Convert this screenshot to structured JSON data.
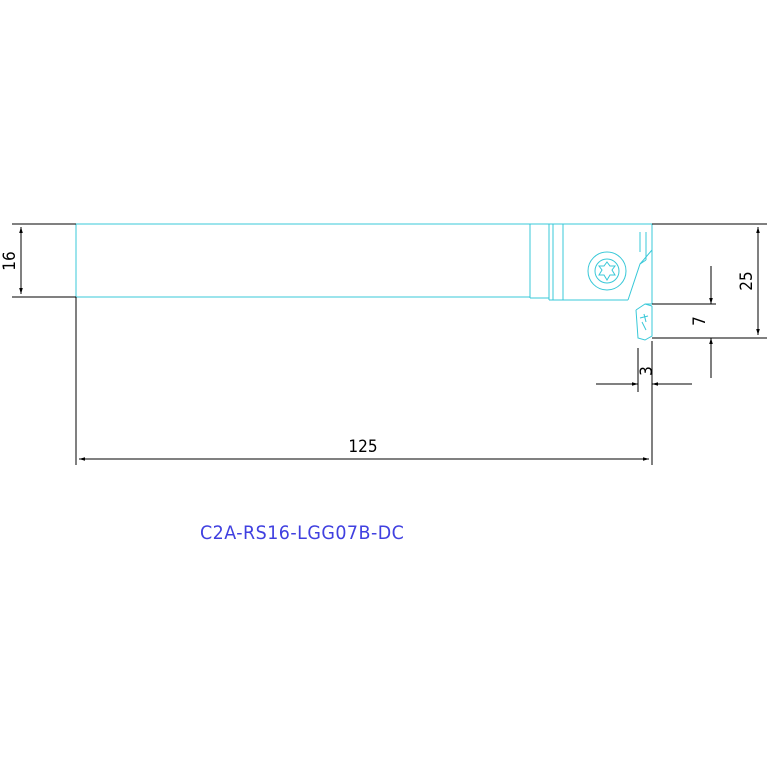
{
  "part_number": "C2A-RS16-LGG07B-DC",
  "dimensions": {
    "shank_height": "16",
    "overall_height": "25",
    "overall_length": "125",
    "cut_depth": "7",
    "width": "3"
  },
  "colors": {
    "outline": "#38c8d8",
    "dimension": "#000000",
    "part_number": "#4040e0",
    "background_band": "#fafafa"
  }
}
